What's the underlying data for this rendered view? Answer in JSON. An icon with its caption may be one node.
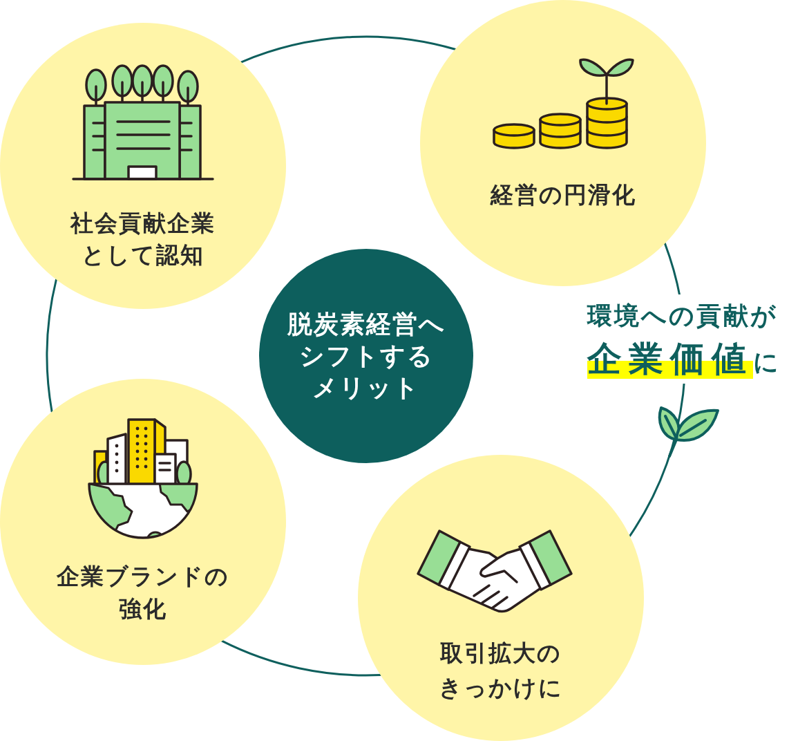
{
  "diagram": {
    "nodes": [
      {
        "text": [
          "社会貢献企業として認知"
        ]
      },
      {
        "text": [
          "経営の円滑化"
        ]
      },
      {
        "text": [
          "脱炭素経営へシフトするメリット"
        ]
      },
      {
        "text": [
          "企業ブランドの強化"
        ]
      },
      {
        "text": [
          "取引拡大のきっかけに"
        ]
      }
    ],
    "edges": [
      {
        "from": 0,
        "to": 1,
        "arrow": "none"
      },
      {
        "from": 1,
        "to": 4,
        "arrow": "none"
      },
      {
        "from": 4,
        "to": 3,
        "arrow": "none"
      },
      {
        "from": 3,
        "to": 0,
        "arrow": "none"
      }
    ],
    "labels": [
      "環境への貢献が**企業価値**に"
    ]
  }
}
